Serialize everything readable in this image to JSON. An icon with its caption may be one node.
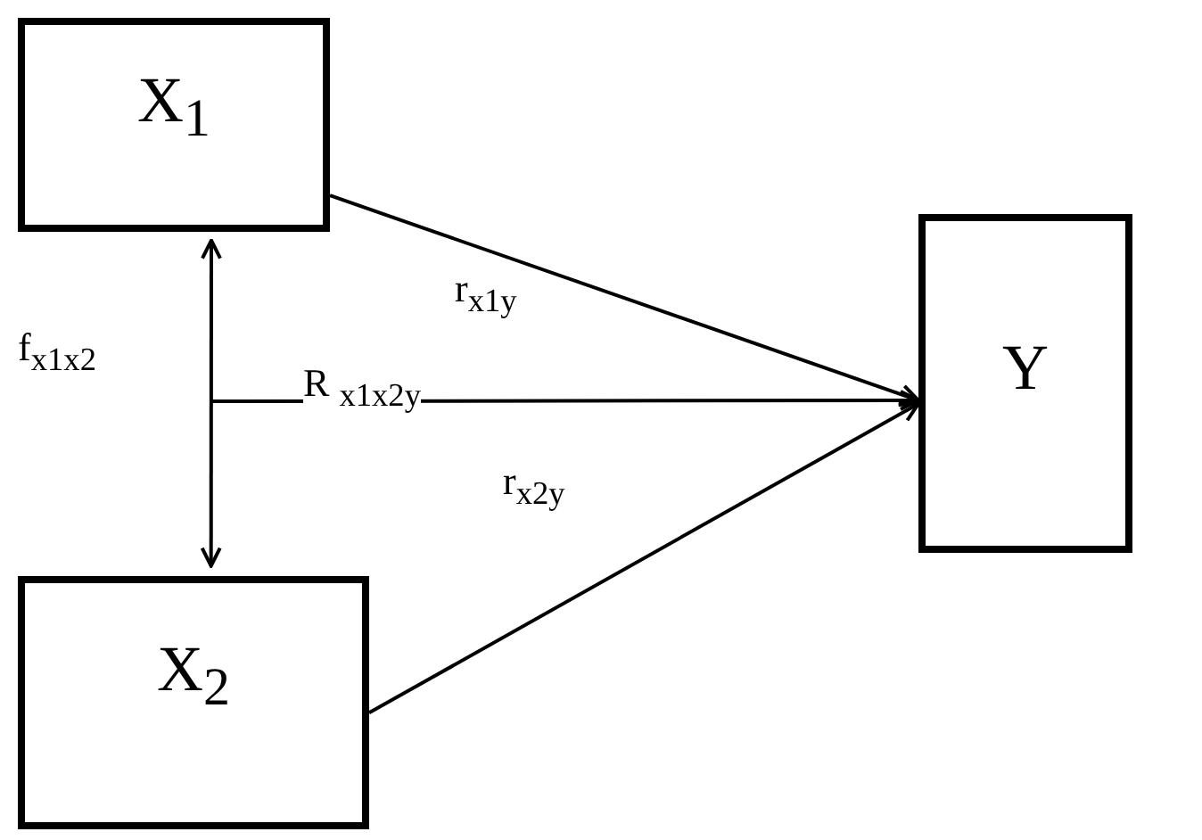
{
  "diagram": {
    "nodes": [
      {
        "text": [
          "X$_{1}$"
        ]
      },
      {
        "text": [
          "Y"
        ]
      },
      {
        "text": [
          "X$_{2}$"
        ]
      }
    ],
    "edges": [
      {
        "from": 0,
        "to": 1,
        "arrow": "to",
        "label": "r$_{x1y}$"
      },
      {
        "from": 0,
        "to": 2,
        "arrow": "both",
        "label": "f$_{x1x2}$"
      },
      {
        "from": null,
        "to": 1,
        "arrow": "to",
        "label": "R $_{x1x2y}$"
      },
      {
        "from": 2,
        "to": 1,
        "arrow": "to",
        "label": "r$_{x2y}$"
      }
    ]
  }
}
